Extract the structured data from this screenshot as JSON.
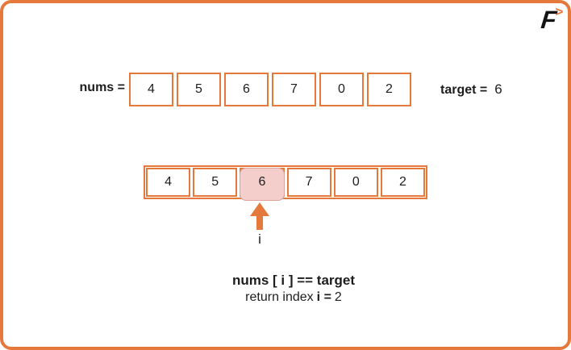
{
  "brand": {
    "letter": "F",
    "chevron": ">"
  },
  "colors": {
    "orange": "#E5793C",
    "highlight_fill": "#F4CECB",
    "highlight_border": "#E0A29A",
    "text": "#1D1D1D"
  },
  "row1": {
    "label": "nums =",
    "cells": [
      "4",
      "5",
      "6",
      "7",
      "0",
      "2"
    ],
    "target_label": "target =",
    "target_value": "6"
  },
  "row2": {
    "cells": [
      "4",
      "5",
      "6",
      "7",
      "0",
      "2"
    ],
    "highlight_index": 2,
    "pointer_label": "i"
  },
  "footer": {
    "line1": "nums [ i ] == target",
    "line2_normal": "return index",
    "line2_bold": "i =",
    "line2_value": "2"
  }
}
